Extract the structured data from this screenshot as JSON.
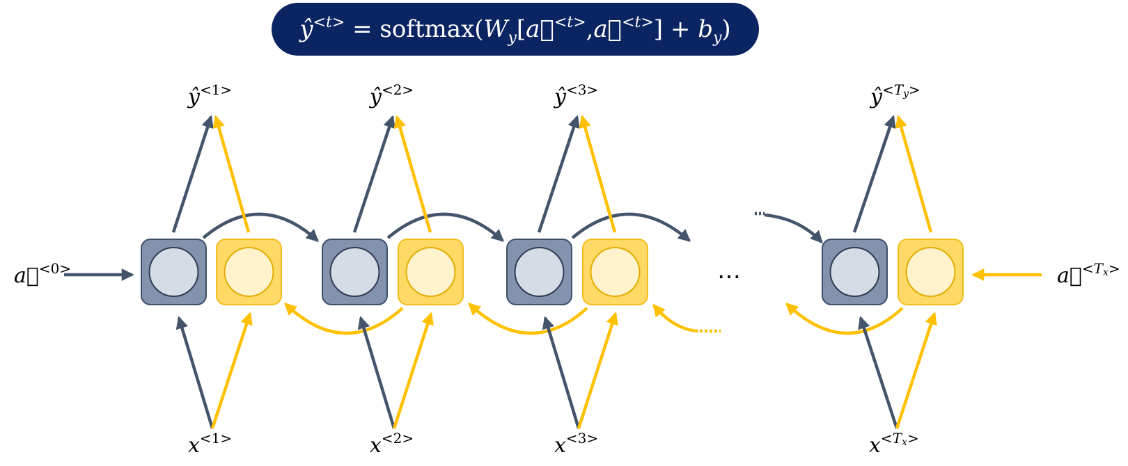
{
  "header": {
    "lhs": "ŷ",
    "lhs_sup": "<t>",
    "equals": "=",
    "fn": "softmax",
    "open": "(",
    "W": "W",
    "W_sub": "y",
    "bracket_open": "[",
    "a_fwd": "a⃗",
    "a_fwd_sup": "<t>",
    "comma": ",",
    "a_bwd": "a⃖",
    "a_bwd_sup": "<t>",
    "bracket_close": "]",
    "plus": "+",
    "b": "b",
    "b_sub": "y",
    "close": ")"
  },
  "outputs": [
    {
      "base": "ŷ",
      "sup": "<1>"
    },
    {
      "base": "ŷ",
      "sup": "<2>"
    },
    {
      "base": "ŷ",
      "sup": "<3>"
    },
    {
      "base": "ŷ",
      "sup_pre": "<",
      "sup_var": "T",
      "sup_sub": "y",
      "sup_post": ">"
    }
  ],
  "inputs": [
    {
      "base": "x",
      "sup": "<1>"
    },
    {
      "base": "x",
      "sup": "<2>"
    },
    {
      "base": "x",
      "sup": "<3>"
    },
    {
      "base": "x",
      "sup_pre": "<",
      "sup_var": "T",
      "sup_sub": "x",
      "sup_post": ">"
    }
  ],
  "initial_states": {
    "forward": {
      "base": "a⃗",
      "sup": "<0>"
    },
    "backward": {
      "base": "a⃖",
      "sup_pre": "<",
      "sup_var": "T",
      "sup_sub": "x",
      "sup_post": ">"
    }
  },
  "ellipsis": "…",
  "colors": {
    "header_bg": "#0b2462",
    "forward_cell": "#8393ad",
    "forward_inner": "#d6dce6",
    "backward_cell": "#ffd966",
    "backward_inner": "#fff2cc",
    "forward_arrow": "#44546a",
    "backward_arrow": "#ffc000"
  }
}
